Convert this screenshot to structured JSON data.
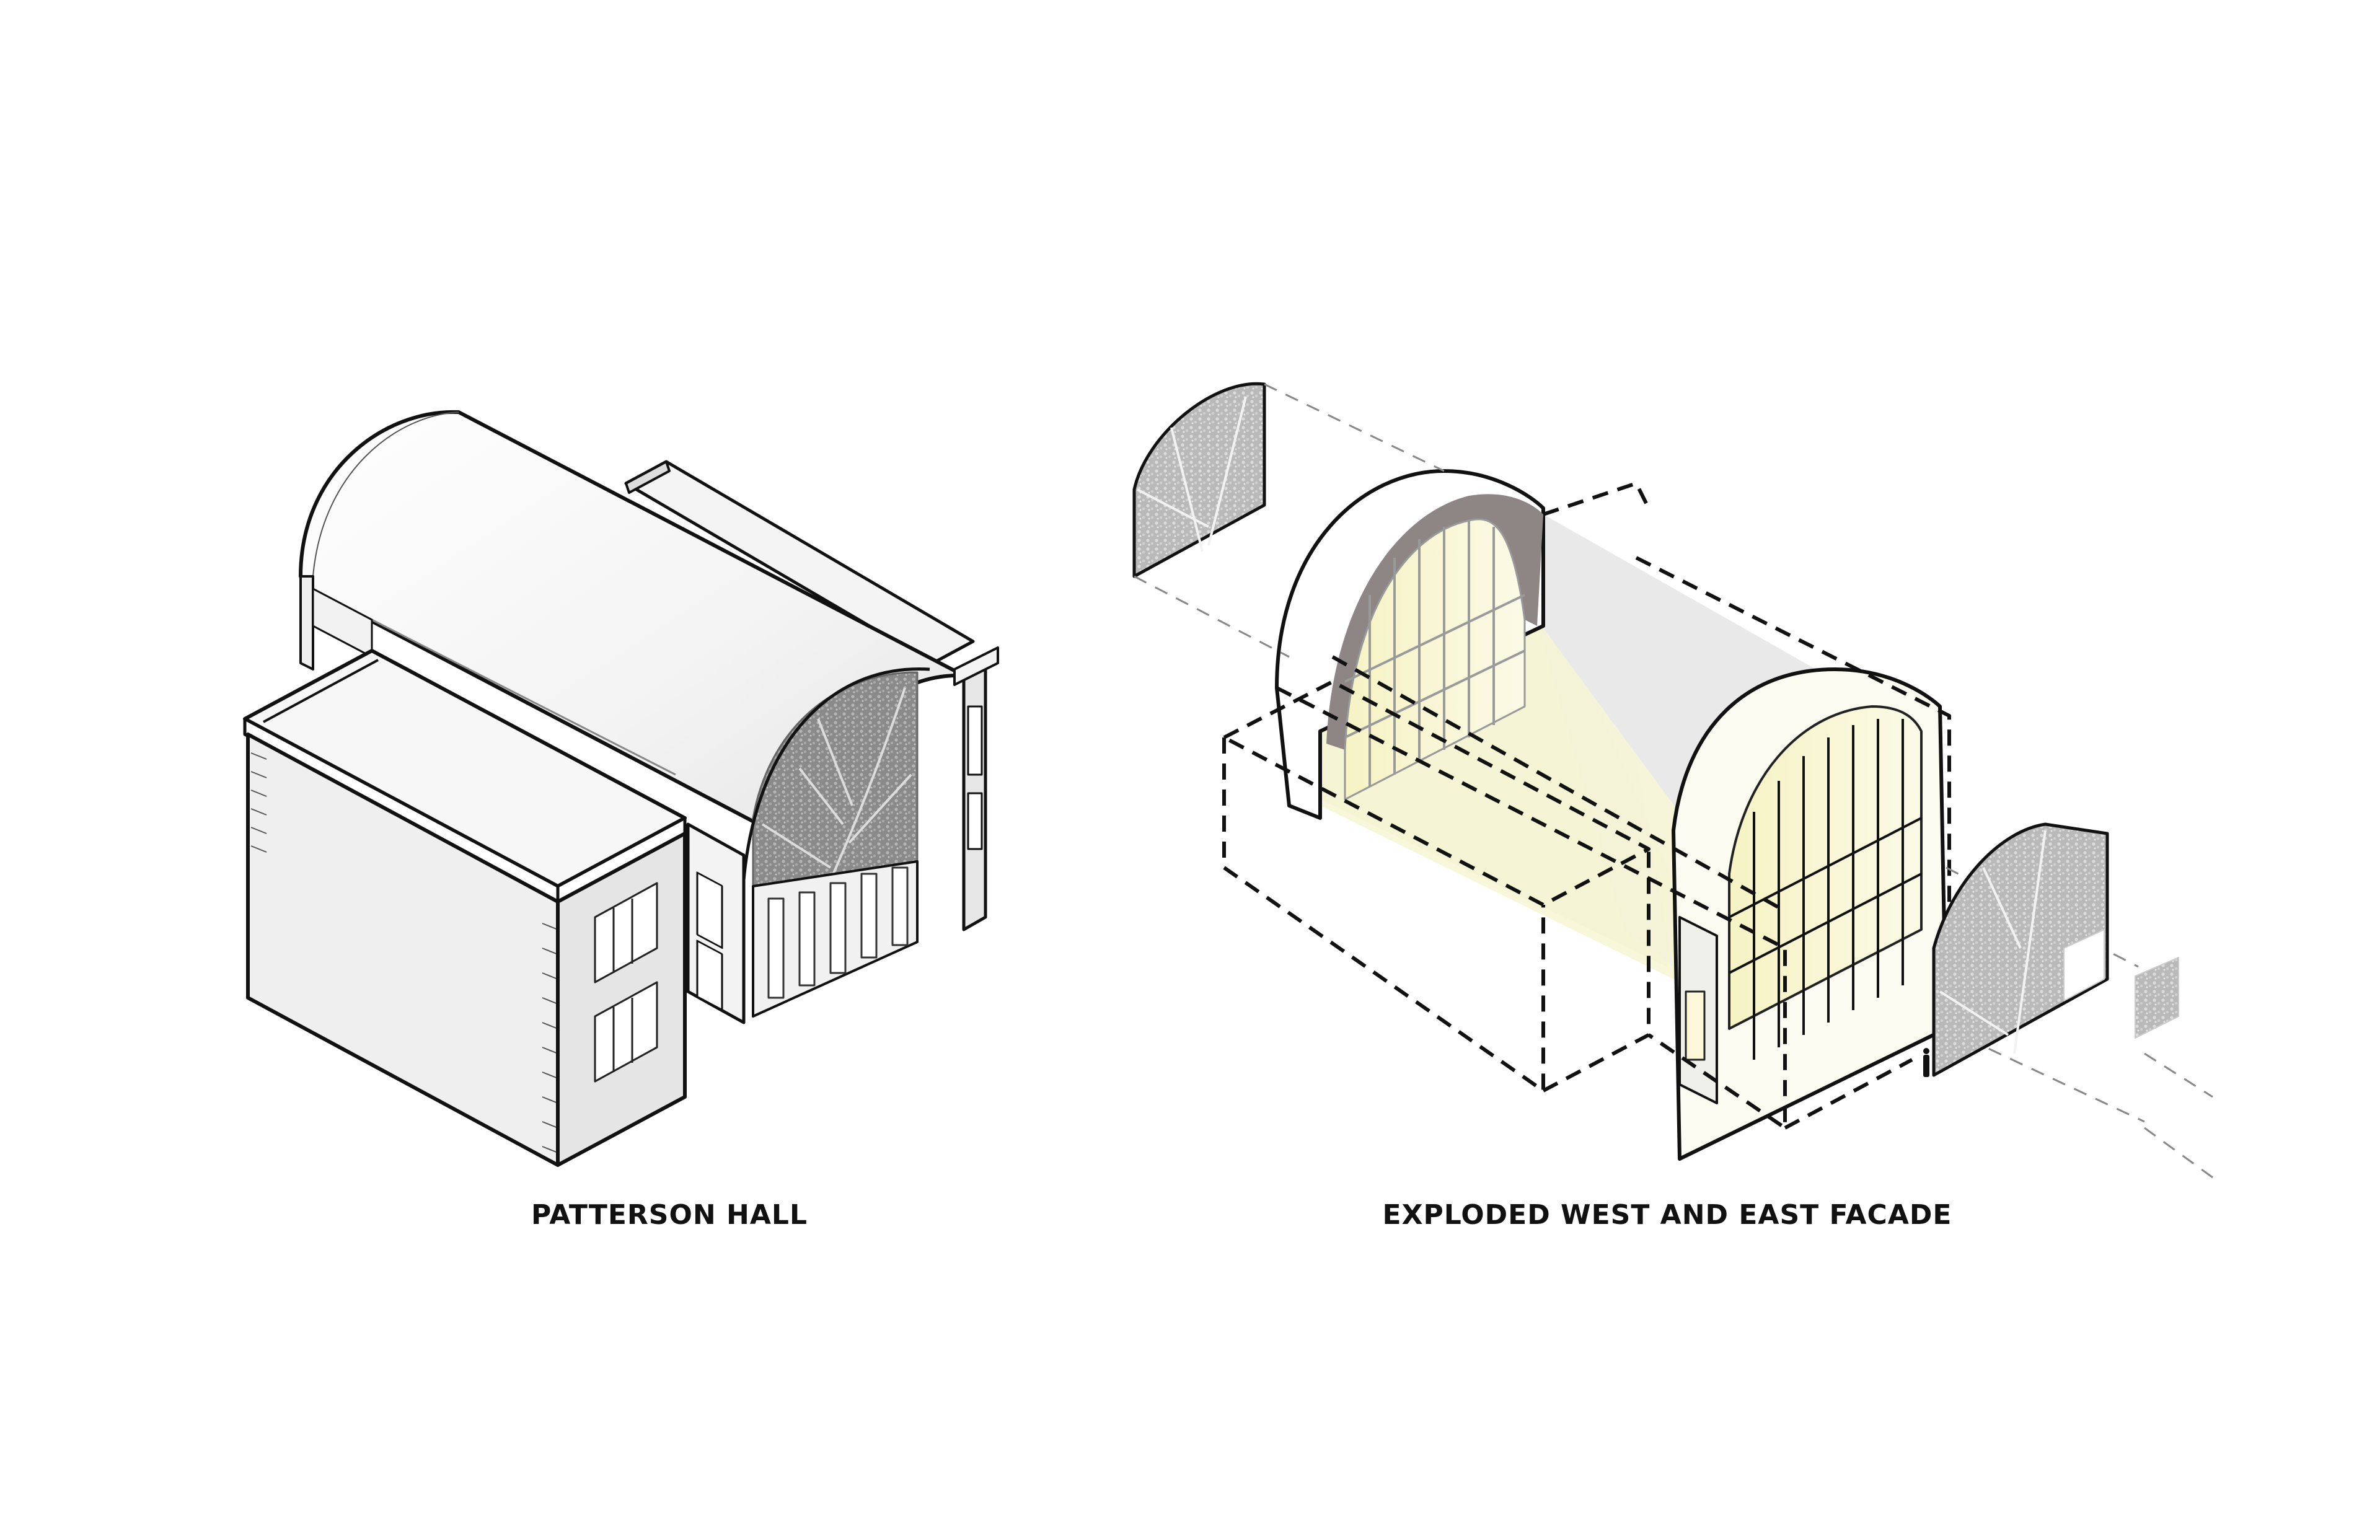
{
  "diagrams": [
    {
      "id": "left",
      "caption": "PATTERSON HALL",
      "view": "axonometric",
      "elements": [
        "barrel-vault-roof",
        "leaf-pattern-arched-facade",
        "two-storey-annex-wing",
        "multi-pane-windows",
        "colonnade-piers"
      ]
    },
    {
      "id": "right",
      "caption": "EXPLODED WEST AND EAST FACADE",
      "view": "exploded-axonometric",
      "elements": [
        "west-leaf-facade-panel",
        "west-arch-glazing",
        "barrel-vault-interior",
        "east-arch-glazing",
        "east-leaf-facade-panel",
        "small-leaf-panel",
        "dashed-existing-massing",
        "human-scale-figure"
      ]
    }
  ],
  "colors": {
    "background": "#ffffff",
    "line": "#111111",
    "wall": "#f2f2f2",
    "wall_shade": "#e2e2e2",
    "leaf_panel": "#9a9a9a",
    "leaf_veins": "#e8e8e8",
    "glazing_light": "#f4f2c8",
    "arch_soffit": "#8e8684",
    "dashed": "#111111"
  }
}
